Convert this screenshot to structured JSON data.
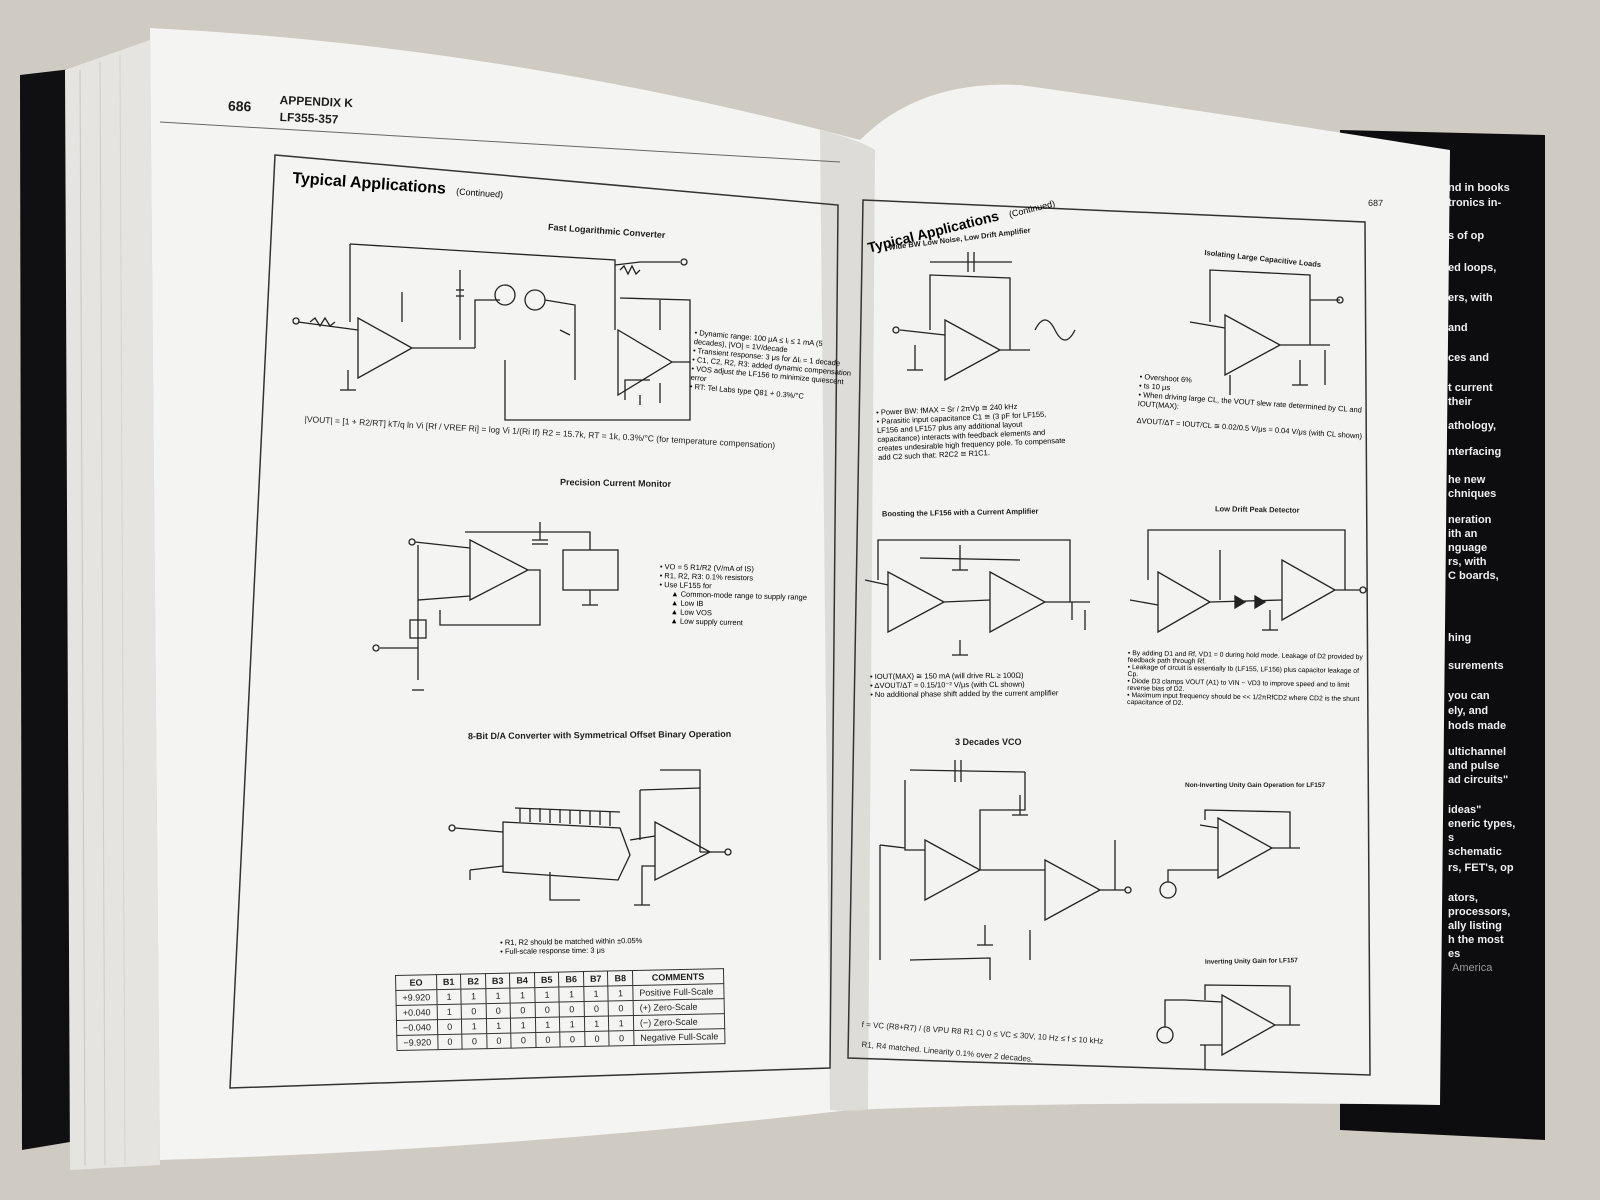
{
  "left_page": {
    "page_number": "686",
    "header_line1": "APPENDIX K",
    "header_line2": "LF355-357",
    "section_title": "Typical Applications",
    "section_suffix": "(Continued)",
    "log_converter": {
      "title": "Fast Logarithmic Converter",
      "bullets": [
        "Dynamic range: 100 μA ≤ Iᵢ ≤ 1 mA (5 decades), |VO| = 1V/decade",
        "Transient response: 3 μs for ΔIᵢ = 1 decade",
        "C1, C2, R2, R3: added dynamic compensation",
        "VOS adjust the LF156 to minimize quiescent error",
        "RT: Tel Labs type Q81 + 0.3%/°C"
      ],
      "formula": "|VOUT| = [1 + R2/RT] kT/q  ln Vi [Rf / VREF Ri] = log Vi 1/(Ri If)   R2 = 15.7k, RT = 1k, 0.3%/°C (for temperature compensation)"
    },
    "current_monitor": {
      "title": "Precision Current Monitor",
      "bullets": [
        "VO = 5 R1/R2 (V/mA of IS)",
        "R1, R2, R3: 0.1% resistors",
        "Use LF155 for"
      ],
      "sub_bullets": [
        "Common-mode range to supply range",
        "Low IB",
        "Low VOS",
        "Low supply current"
      ]
    },
    "dac": {
      "title": "8-Bit D/A Converter with Symmetrical Offset Binary Operation",
      "bullets": [
        "R1, R2 should be matched within ±0.05%",
        "Full-scale response time: 3 μs"
      ],
      "table": {
        "headers": [
          "EO",
          "B1",
          "B2",
          "B3",
          "B4",
          "B5",
          "B6",
          "B7",
          "B8",
          "COMMENTS"
        ],
        "rows": [
          [
            "+9.920",
            "1",
            "1",
            "1",
            "1",
            "1",
            "1",
            "1",
            "1",
            "Positive Full-Scale"
          ],
          [
            "+0.040",
            "1",
            "0",
            "0",
            "0",
            "0",
            "0",
            "0",
            "0",
            "(+) Zero-Scale"
          ],
          [
            "−0.040",
            "0",
            "1",
            "1",
            "1",
            "1",
            "1",
            "1",
            "1",
            "(−) Zero-Scale"
          ],
          [
            "−9.920",
            "0",
            "0",
            "0",
            "0",
            "0",
            "0",
            "0",
            "0",
            "Negative Full-Scale"
          ]
        ]
      }
    }
  },
  "right_page": {
    "page_number": "687",
    "section_title": "Typical Applications",
    "section_suffix": "(Continued)",
    "wide_bw": {
      "title": "Wide BW Low Noise, Low Drift Amplifier",
      "bullets": [
        "Power BW: fMAX = Sr / 2πVp ≅ 240 kHz",
        "Parasitic input capacitance C1 ≅ (3 pF for LF155, LF156 and LF157 plus any additional layout capacitance) interacts with feedback elements and creates undesirable high frequency pole. To compensate add C2 such that: R2C2 ≅ R1C1."
      ]
    },
    "cap_loads": {
      "title": "Isolating Large Capacitive Loads",
      "bullets": [
        "Overshoot 6%",
        "ts 10 μs",
        "When driving large CL, the VOUT slew rate determined by CL and IOUT(MAX):"
      ],
      "formula": "ΔVOUT/ΔT = IOUT/CL ≅ 0.02/0.5 V/μs = 0.04 V/μs (with CL shown)"
    },
    "current_amp": {
      "title": "Boosting the LF156 with a Current Amplifier",
      "bullets": [
        "IOUT(MAX) ≅ 150 mA (will drive RL ≥ 100Ω)",
        "ΔVOUT/ΔT = 0.15/10⁻² V/μs (with CL shown)",
        "No additional phase shift added by the current amplifier"
      ]
    },
    "peak_detector": {
      "title": "Low Drift Peak Detector",
      "bullets": [
        "By adding D1 and Rf, VD1 = 0 during hold mode. Leakage of D2 provided by feedback path through Rf.",
        "Leakage of circuit is essentially Ib (LF155, LF156) plus capacitor leakage of Cp.",
        "Diode D3 clamps VOUT (A1) to VIN − VD3 to improve speed and to limit reverse bias of D2.",
        "Maximum input frequency should be << 1/2πRfCD2 where CD2 is the shunt capacitance of D2."
      ]
    },
    "vco": {
      "title": "3 Decades VCO",
      "formula": "f = VC (R8+R7) / (8 VPU R8 R1 C)   0 ≤ VC ≤ 30V, 10 Hz ≤ f ≤ 10 kHz",
      "note": "R1, R4 matched. Linearity 0.1% over 2 decades."
    },
    "noninv": {
      "title": "Non-Inverting Unity Gain Operation for LF157"
    },
    "inv": {
      "title": "Inverting Unity Gain for LF157"
    }
  },
  "back_cover_fragments": [
    "nd in books",
    "tronics in-",
    "s of op",
    "ed loops,",
    "ers, with",
    "and",
    "ces and",
    "t current",
    "their",
    "athology,",
    "nterfacing",
    "he new",
    "chniques",
    "neration",
    "ith an",
    "nguage",
    "rs, with",
    "C boards,",
    "hing",
    "surements",
    "you can",
    "ely, and",
    "hods made",
    "ultichannel",
    "and pulse",
    "ad circuits\"",
    "ideas\"",
    "eneric types,",
    "s",
    "schematic",
    "rs, FET's, op",
    "ators,",
    "processors,",
    "ally listing",
    "h the most",
    "es",
    "America"
  ],
  "colors": {
    "paper": "#f4f4f2",
    "ink": "#1d1d1d",
    "cover": "#0d0d0f",
    "background": "#cfcac2"
  }
}
